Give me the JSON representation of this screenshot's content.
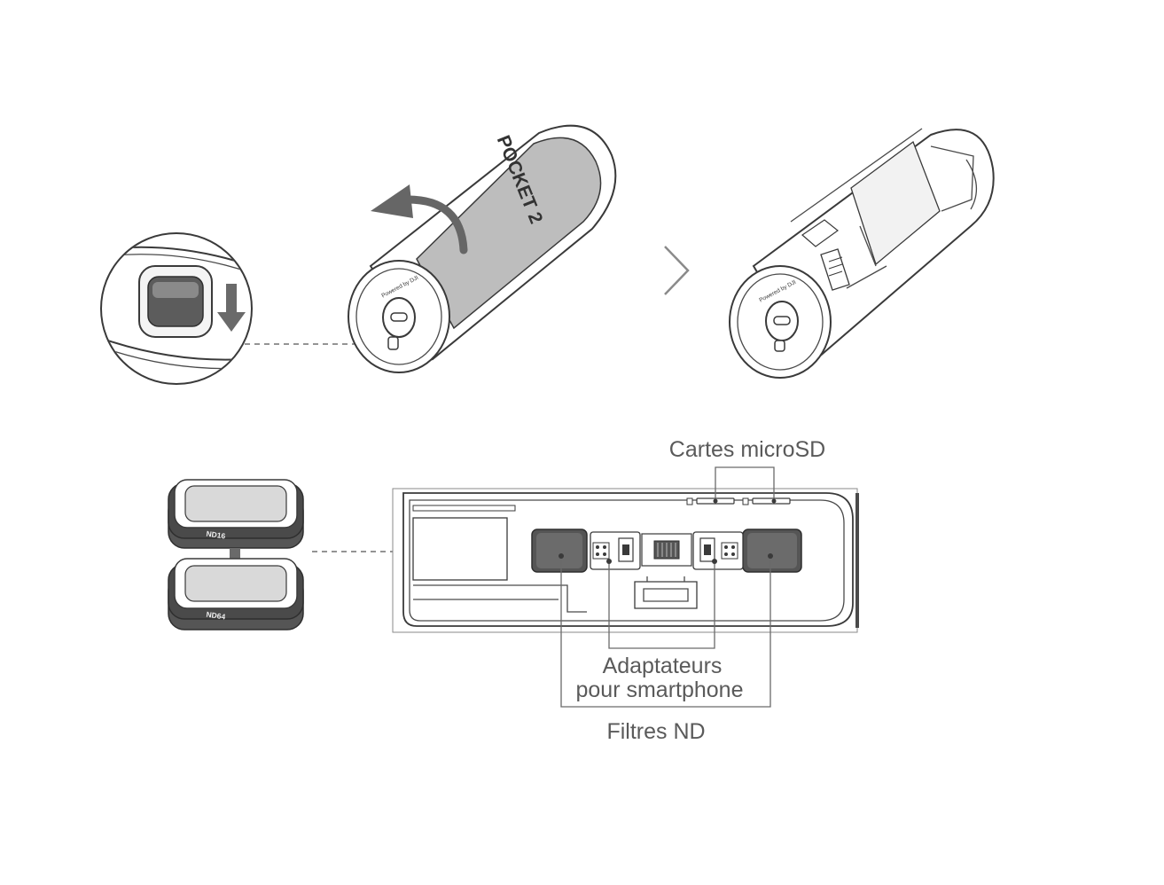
{
  "device": {
    "brand_text": "POCKET 2",
    "powered_text": "Powered by DJI"
  },
  "filters": {
    "top_label": "ND16",
    "bottom_label": "ND64"
  },
  "callouts": {
    "microsd": "Cartes microSD",
    "adapters_line1": "Adaptateurs",
    "adapters_line2": "pour smartphone",
    "nd_filters": "Filtres ND"
  },
  "colors": {
    "line": "#3a3a3a",
    "label": "#5a5a5a",
    "shell_gray": "#bdbdbd",
    "slot_dark": "#555555"
  }
}
